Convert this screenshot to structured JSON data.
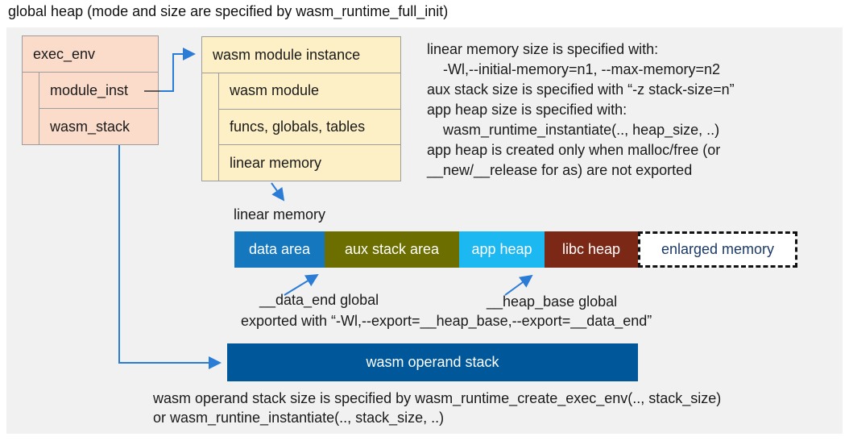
{
  "title": "global heap (mode and size are specified by wasm_runtime_full_init)",
  "colors": {
    "panel_bg": "#F1F1F2",
    "exec_env_fill": "#FBDBCA",
    "module_instance_fill": "#FDEFC6",
    "box_border": "#9D9D9D",
    "arrow_blue": "#2B7CD6",
    "data_area": "#1577BE",
    "aux_stack_area": "#6C6E00",
    "app_heap": "#1CB8F2",
    "libc_heap": "#7B2817",
    "operand_stack": "#00589B",
    "enlarged_memory_text": "#1B3A68"
  },
  "exec_env": {
    "header": "exec_env",
    "rows": [
      "module_inst",
      "wasm_stack"
    ]
  },
  "module_instance": {
    "header": "wasm module instance",
    "rows": [
      "wasm module",
      "funcs, globals, tables",
      "linear memory"
    ]
  },
  "notes_right": [
    "linear memory size is specified with:",
    "-Wl,--initial-memory=n1, --max-memory=n2",
    "aux stack size is specified with “-z stack-size=n”",
    "app heap size is specified with:",
    "wasm_runtime_instantiate(.., heap_size, ..)",
    "app heap is created only when malloc/free (or",
    "__new/__release for as) are not exported"
  ],
  "linear_memory": {
    "label": "linear memory",
    "segments": [
      {
        "label": "data area",
        "color": "#1577BE"
      },
      {
        "label": "aux stack area",
        "color": "#6C6E00"
      },
      {
        "label": "app heap",
        "color": "#1CB8F2"
      },
      {
        "label": "libc heap",
        "color": "#7B2817"
      },
      {
        "label": "enlarged memory",
        "color": "#FFFFFF",
        "border": "dashed"
      }
    ],
    "annotations": {
      "data_end": "__data_end global",
      "heap_base": "__heap_base global",
      "exported": "exported with “-Wl,--export=__heap_base,--export=__data_end”"
    }
  },
  "operand_stack": {
    "label": "wasm operand stack",
    "note_line1": "wasm operand stack size is specified by wasm_runtime_create_exec_env(.., stack_size)",
    "note_line2": "or wasm_runtine_instantiate(.., stack_size, ..)"
  }
}
